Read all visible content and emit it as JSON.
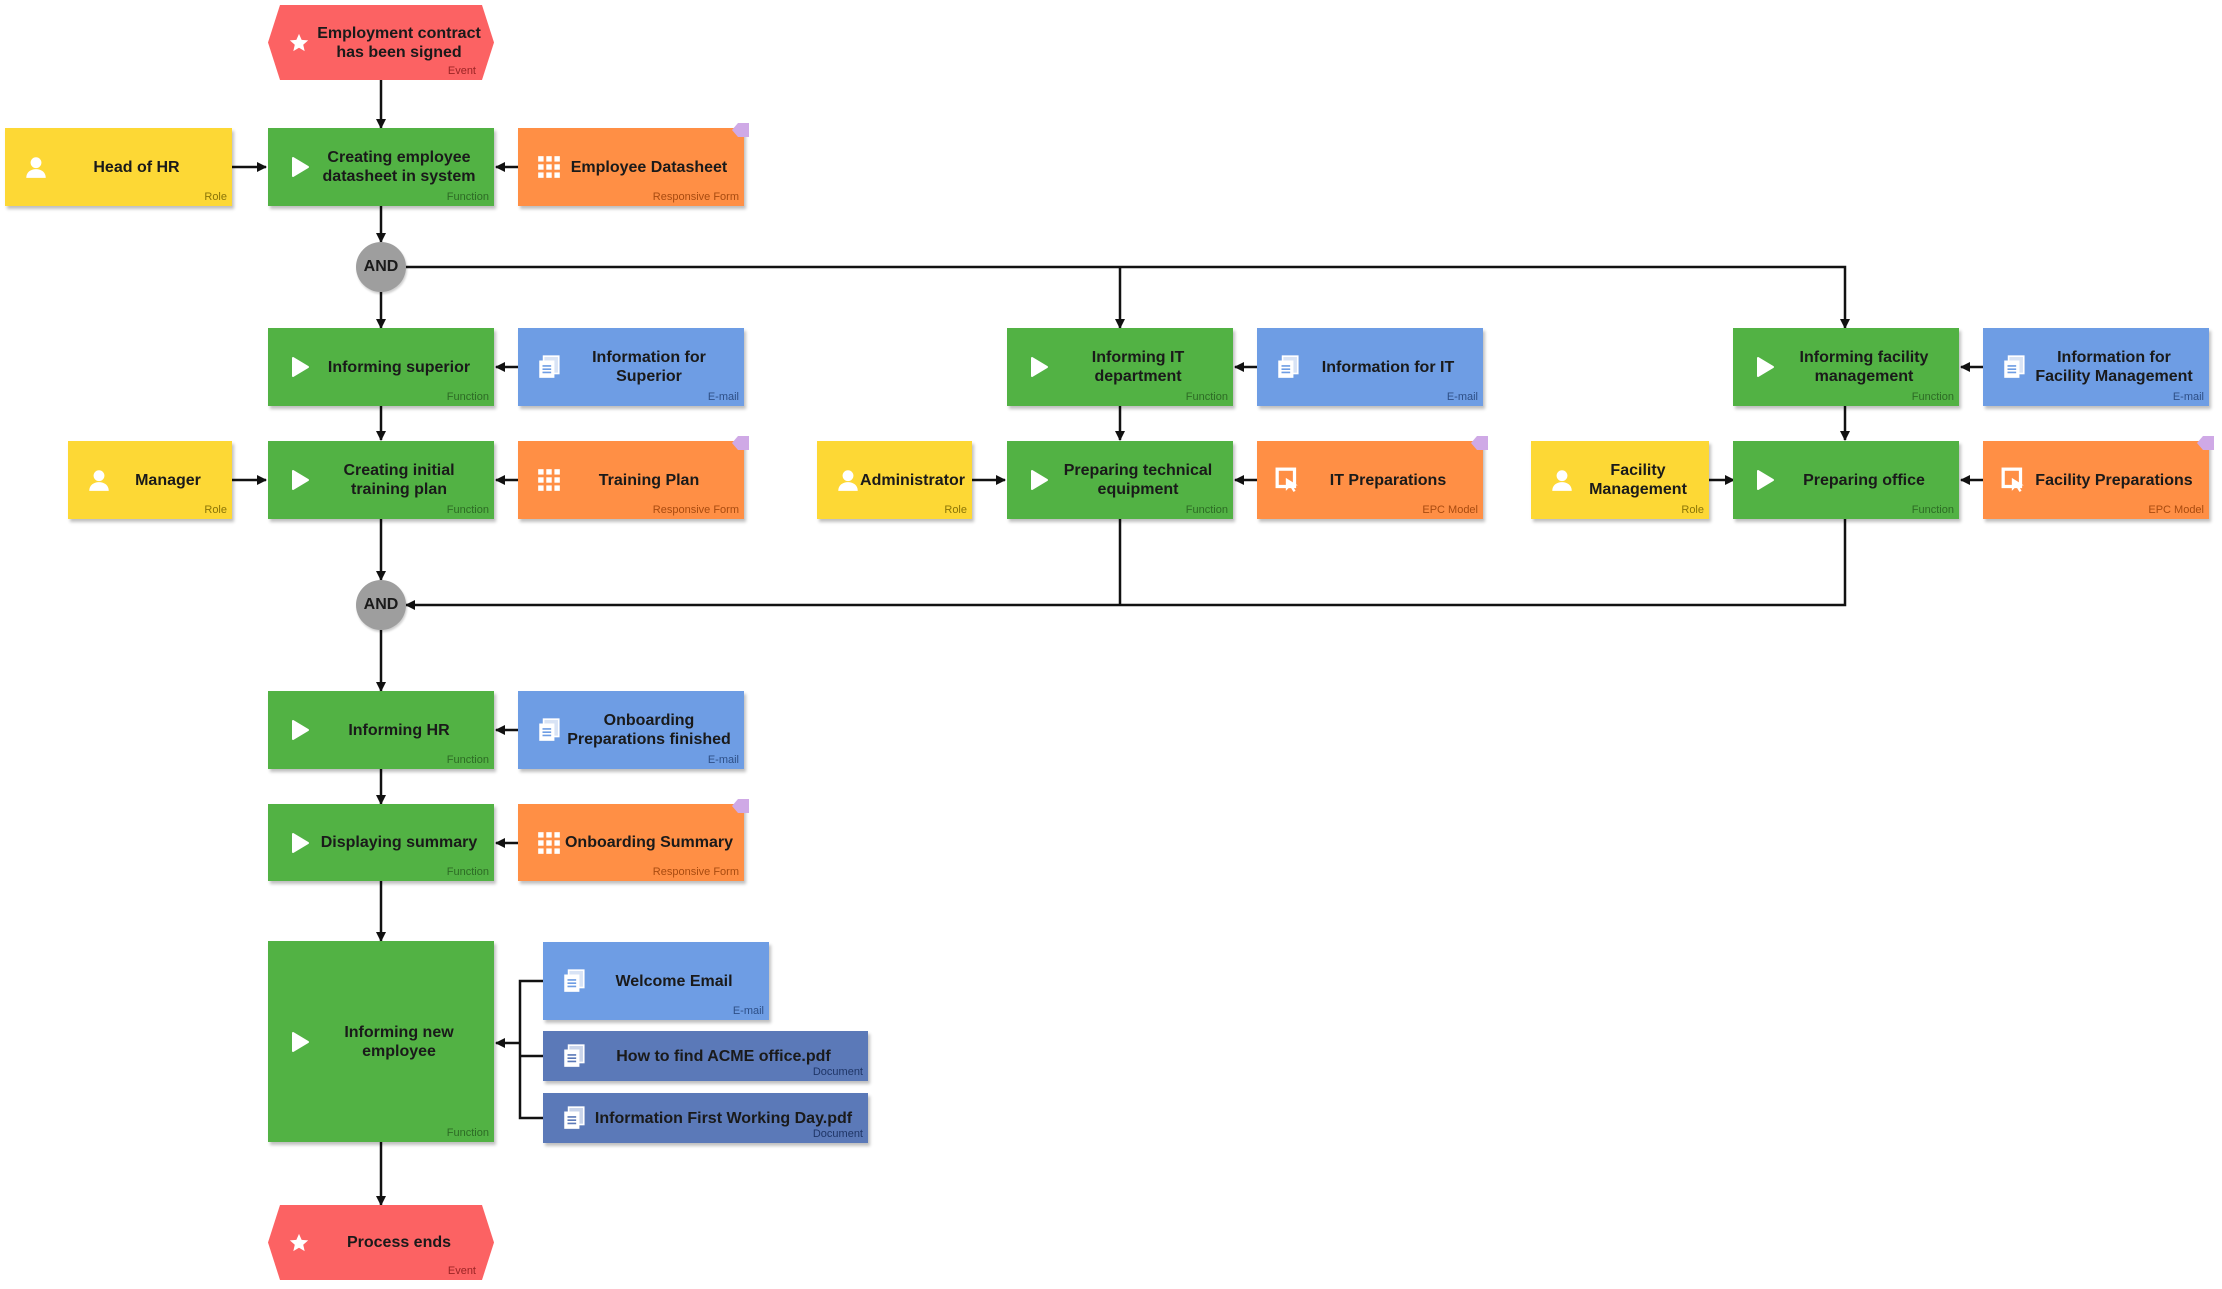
{
  "diagram": {
    "events": [
      {
        "label": "Employment contract\nhas been signed",
        "type": "Event"
      },
      {
        "label": "Process ends",
        "type": "Event"
      }
    ],
    "roles": [
      {
        "label": "Head of HR",
        "type": "Role"
      },
      {
        "label": "Manager",
        "type": "Role"
      },
      {
        "label": "Administrator",
        "type": "Role"
      },
      {
        "label": "Facility\nManagement",
        "type": "Role"
      }
    ],
    "functions": [
      {
        "label": "Creating employee\ndatasheet in system",
        "type": "Function"
      },
      {
        "label": "Informing superior",
        "type": "Function"
      },
      {
        "label": "Creating initial\ntraining plan",
        "type": "Function"
      },
      {
        "label": "Informing IT\ndepartment",
        "type": "Function"
      },
      {
        "label": "Preparing technical\nequipment",
        "type": "Function"
      },
      {
        "label": "Informing facility\nmanagement",
        "type": "Function"
      },
      {
        "label": "Preparing office",
        "type": "Function"
      },
      {
        "label": "Informing HR",
        "type": "Function"
      },
      {
        "label": "Displaying summary",
        "type": "Function"
      },
      {
        "label": "Informing new\nemployee",
        "type": "Function"
      }
    ],
    "forms": [
      {
        "label": "Employee Datasheet",
        "type": "Responsive Form"
      },
      {
        "label": "Training Plan",
        "type": "Responsive Form"
      },
      {
        "label": "Onboarding Summary",
        "type": "Responsive Form"
      }
    ],
    "epc_models": [
      {
        "label": "IT Preparations",
        "type": "EPC Model"
      },
      {
        "label": "Facility Preparations",
        "type": "EPC Model"
      }
    ],
    "emails": [
      {
        "label": "Information for\nSuperior",
        "type": "E-mail"
      },
      {
        "label": "Information for IT",
        "type": "E-mail"
      },
      {
        "label": "Information for\nFacility Management",
        "type": "E-mail"
      },
      {
        "label": "Onboarding\nPreparations finished",
        "type": "E-mail"
      },
      {
        "label": "Welcome Email",
        "type": "E-mail"
      }
    ],
    "documents": [
      {
        "label": "How to find ACME office.pdf",
        "type": "Document"
      },
      {
        "label": "Information First Working Day.pdf",
        "type": "Document"
      }
    ],
    "gateways": [
      {
        "label": "AND"
      },
      {
        "label": "AND"
      }
    ]
  },
  "colors": {
    "event": "#fc6263",
    "function": "#52b244",
    "role": "#fdd835",
    "form": "#ff8f45",
    "email": "#6e9de4",
    "document": "#5b79b8",
    "gateway": "#9e9e9e"
  },
  "icons": {
    "event": "star-icon",
    "function": "play-icon",
    "role": "person-icon",
    "form": "grid-icon",
    "epc": "process-model-icon",
    "email": "document-icon",
    "document": "document-icon"
  }
}
